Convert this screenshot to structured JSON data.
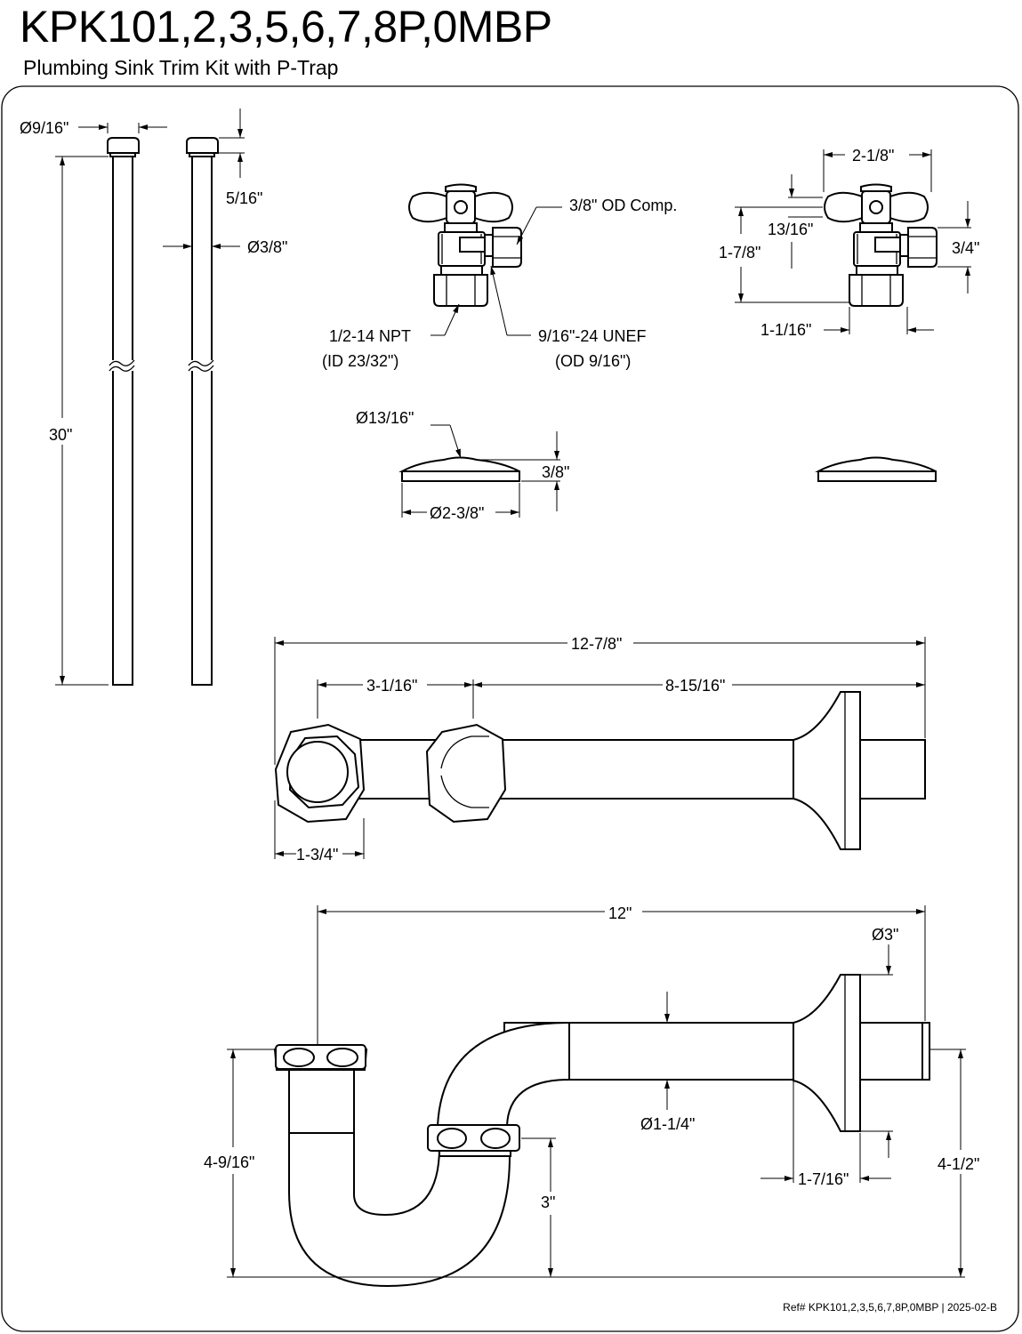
{
  "header": {
    "model": "KPK101,2,3,5,6,7,8P,0MBP",
    "description": "Plumbing Sink Trim Kit with P-Trap"
  },
  "footer": {
    "reference": "Ref# KPK101,2,3,5,6,7,8P,0MBP | 2025-02-B"
  },
  "dimensions": {
    "supply_tube_dia": "Ø9/16\"",
    "supply_tube_length": "30\"",
    "supply_tip_height": "5/16\"",
    "supply_tube_od": "Ø3/8\"",
    "valve_outlet": "3/8\" OD Comp.",
    "valve_inlet": "1/2-14 NPT",
    "valve_inlet_id": "(ID 23/32\")",
    "valve_thread": "9/16\"-24 UNEF",
    "valve_thread_od": "(OD 9/16\")",
    "valve_width": "2-1/8\"",
    "valve_handle_height": "13/16\"",
    "valve_height": "1-7/8\"",
    "valve_outlet_height": "3/4\"",
    "valve_depth": "1-1/16\"",
    "flange_hole": "Ø13/16\"",
    "flange_height": "3/8\"",
    "flange_dia": "Ø2-3/8\"",
    "arm_total": "12-7/8\"",
    "arm_nut_offset": "3-1/16\"",
    "arm_tube": "8-15/16\"",
    "arm_nut": "1-3/4\"",
    "trap_total": "12\"",
    "trap_flange": "Ø3\"",
    "trap_tube": "Ø1-1/4\"",
    "trap_left_height": "4-9/16\"",
    "trap_bend_height": "3\"",
    "trap_flange_depth": "1-7/16\"",
    "trap_right_height": "4-1/2\""
  }
}
